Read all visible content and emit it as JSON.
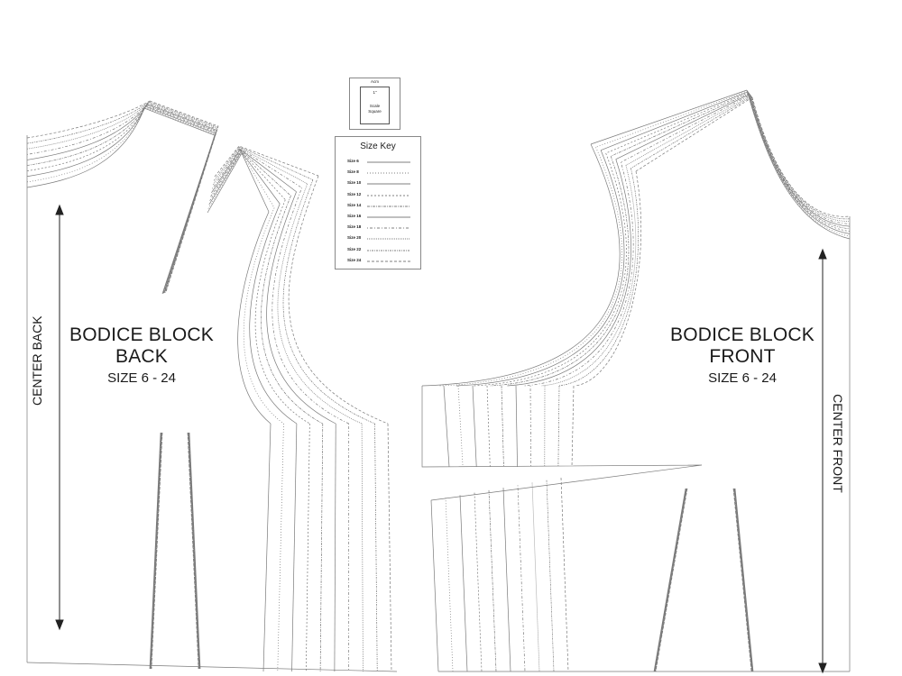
{
  "back": {
    "title1": "BODICE BLOCK",
    "title2": "BACK",
    "size": "SIZE 6 - 24",
    "center": "CENTER BACK"
  },
  "front": {
    "title1": "BODICE BLOCK",
    "title2": "FRONT",
    "size": "SIZE 6 - 24",
    "center": "CENTER FRONT"
  },
  "scale": {
    "top": "Acm",
    "unit": "1\"",
    "label1": "Scale",
    "label2": "Square"
  },
  "size_key": {
    "title": "Size Key",
    "sizes": [
      "Size 6",
      "Size 8",
      "Size 10",
      "Size 12",
      "Size 14",
      "Size 16",
      "Size 18",
      "Size 20",
      "Size 22",
      "Size 24"
    ],
    "dashes": [
      "",
      "1 2",
      "",
      "2 2",
      "3 1 1 1",
      "",
      "1 2 3 2",
      "1 1",
      "2 1 1 1",
      "3 2"
    ]
  },
  "line_color": "#7a7a7a",
  "text_color": "#1a1a1a"
}
